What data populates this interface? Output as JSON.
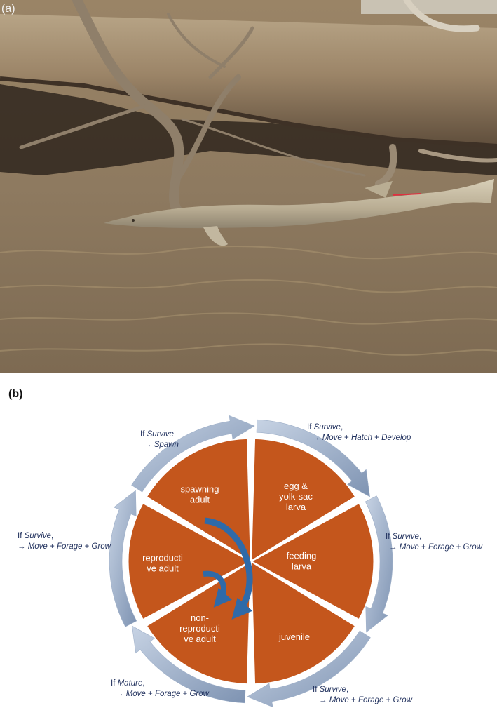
{
  "panel_labels": {
    "a": "(a)",
    "b": "(b)"
  },
  "colors": {
    "segment": "#c4561c",
    "arrow_light": "#b7c6dc",
    "arrow_dark": "#7e93b2",
    "inner_arrow": "#2f6aa8",
    "text": "#1f2f5c"
  },
  "stages": [
    {
      "id": "spawning-adult",
      "lines": [
        "spawning",
        "adult"
      ]
    },
    {
      "id": "egg-yolk-sac-larva",
      "lines": [
        "egg &",
        "yolk-sac",
        "larva"
      ]
    },
    {
      "id": "feeding-larva",
      "lines": [
        "feeding",
        "larva"
      ]
    },
    {
      "id": "juvenile",
      "lines": [
        "juvenile"
      ]
    },
    {
      "id": "non-reproductive-adult",
      "lines": [
        "non-",
        "reproducti",
        "ve adult"
      ]
    },
    {
      "id": "reproductive-adult",
      "lines": [
        "reproducti",
        "ve adult"
      ]
    }
  ],
  "transitions": [
    {
      "id": "spawn",
      "line1": [
        {
          "t": "If "
        },
        {
          "t": "Survive",
          "i": true
        }
      ],
      "line2": [
        {
          "t": "→ "
        },
        {
          "t": "Spawn",
          "i": true
        }
      ]
    },
    {
      "id": "hatch",
      "line1": [
        {
          "t": "If "
        },
        {
          "t": "Survive",
          "i": true
        },
        {
          "t": ","
        }
      ],
      "line2": [
        {
          "t": "→ "
        },
        {
          "t": "Move",
          "i": true
        },
        {
          "t": " + "
        },
        {
          "t": "Hatch",
          "i": true
        },
        {
          "t": " + "
        },
        {
          "t": "Develop",
          "i": true
        }
      ]
    },
    {
      "id": "grow-larva",
      "line1": [
        {
          "t": "If "
        },
        {
          "t": "Survive",
          "i": true
        },
        {
          "t": ","
        }
      ],
      "line2": [
        {
          "t": "→ "
        },
        {
          "t": "Move",
          "i": true
        },
        {
          "t": " + "
        },
        {
          "t": "Forage",
          "i": true
        },
        {
          "t": " + "
        },
        {
          "t": "Grow",
          "i": true
        }
      ]
    },
    {
      "id": "grow-juvenile",
      "line1": [
        {
          "t": "If "
        },
        {
          "t": "Survive",
          "i": true
        },
        {
          "t": ","
        }
      ],
      "line2": [
        {
          "t": "→ "
        },
        {
          "t": "Move",
          "i": true
        },
        {
          "t": " + "
        },
        {
          "t": "Forage",
          "i": true
        },
        {
          "t": " + "
        },
        {
          "t": "Grow",
          "i": true
        }
      ]
    },
    {
      "id": "mature",
      "line1": [
        {
          "t": "If "
        },
        {
          "t": "Mature",
          "i": true
        },
        {
          "t": ","
        }
      ],
      "line2": [
        {
          "t": "→ "
        },
        {
          "t": "Move",
          "i": true
        },
        {
          "t": " + "
        },
        {
          "t": "Forage",
          "i": true
        },
        {
          "t": " + "
        },
        {
          "t": "Grow",
          "i": true
        }
      ]
    },
    {
      "id": "grow-adult",
      "line1": [
        {
          "t": "If "
        },
        {
          "t": "Survive",
          "i": true
        },
        {
          "t": ","
        }
      ],
      "line2": [
        {
          "t": "→ "
        },
        {
          "t": "Move",
          "i": true
        },
        {
          "t": " + "
        },
        {
          "t": "Forage",
          "i": true
        },
        {
          "t": " + "
        },
        {
          "t": "Grow",
          "i": true
        }
      ]
    }
  ]
}
